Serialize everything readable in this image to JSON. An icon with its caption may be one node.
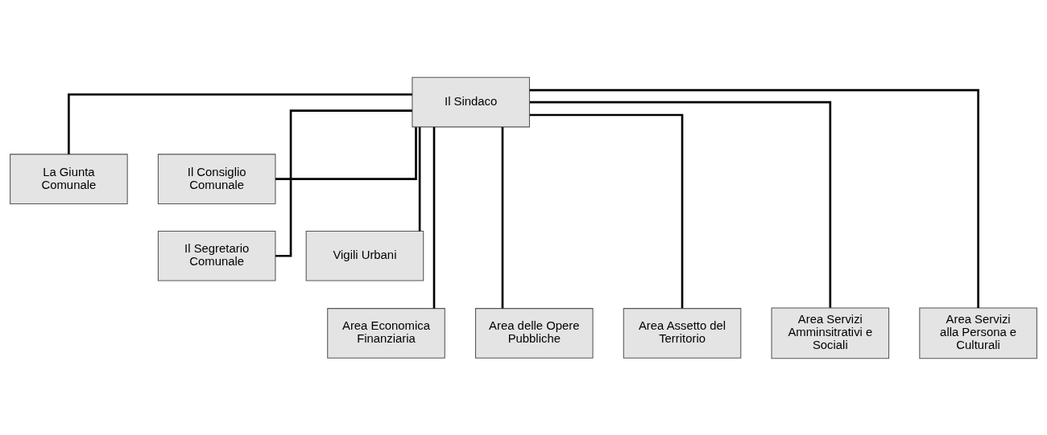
{
  "diagram": {
    "nodes": [
      {
        "text": [
          "Il Sindaco"
        ]
      },
      {
        "text": [
          "La Giunta Comunale"
        ]
      },
      {
        "text": [
          "Il Consiglio Comunale"
        ]
      },
      {
        "text": [
          "Il Segretario Comunale"
        ]
      },
      {
        "text": [
          "Vigili Urbani"
        ]
      },
      {
        "text": [
          "Area Economica Finanziaria"
        ]
      },
      {
        "text": [
          "Area delle Opere Pubbliche"
        ]
      },
      {
        "text": [
          "Area Assetto del Territorio"
        ]
      },
      {
        "text": [
          "Area Servizi Amminsitrativi e Sociali"
        ]
      },
      {
        "text": [
          "Area Servizi alla Persona e Culturali"
        ]
      }
    ],
    "edges": [
      {
        "from": 0,
        "to": 1,
        "arrow": "none"
      },
      {
        "from": 0,
        "to": 2,
        "arrow": "none"
      },
      {
        "from": 0,
        "to": 3,
        "arrow": "none"
      },
      {
        "from": 0,
        "to": 4,
        "arrow": "none"
      },
      {
        "from": 0,
        "to": 5,
        "arrow": "none"
      },
      {
        "from": 0,
        "to": 6,
        "arrow": "none"
      },
      {
        "from": 0,
        "to": 7,
        "arrow": "none"
      },
      {
        "from": 0,
        "to": 8,
        "arrow": "none"
      },
      {
        "from": 0,
        "to": 9,
        "arrow": "none"
      }
    ]
  }
}
